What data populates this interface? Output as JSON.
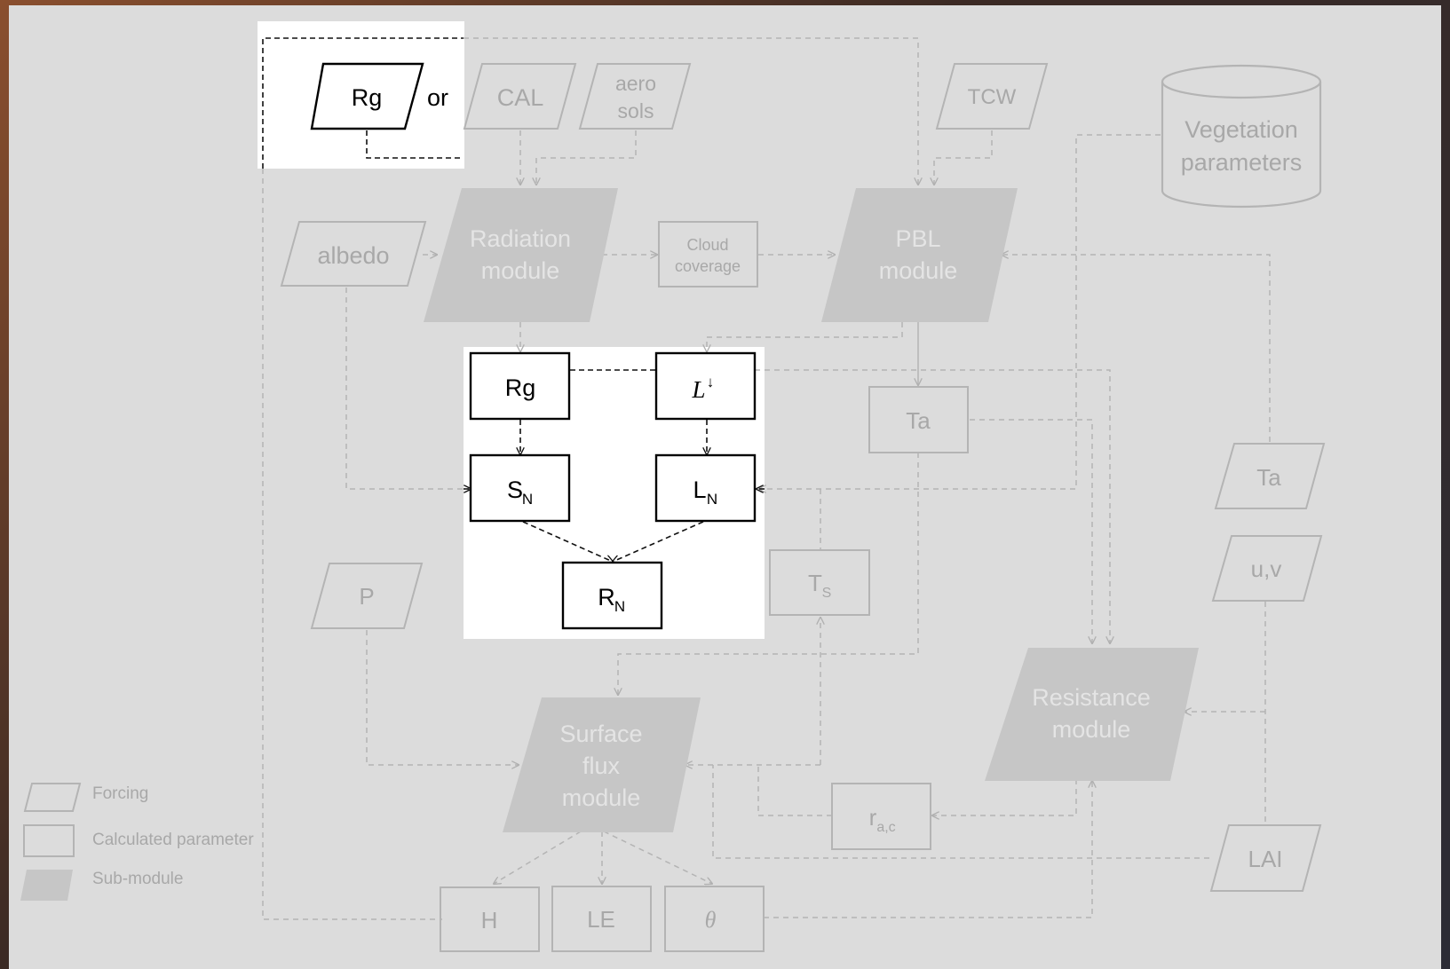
{
  "nodes": {
    "rg_forcing": "Rg",
    "or": "or",
    "cal": "CAL",
    "aerosols_1": "aero",
    "aerosols_2": "sols",
    "tcw": "TCW",
    "vegetation_1": "Vegetation",
    "vegetation_2": "parameters",
    "albedo": "albedo",
    "radiation_1": "Radiation",
    "radiation_2": "module",
    "cloud_1": "Cloud",
    "cloud_2": "coverage",
    "pbl_1": "PBL",
    "pbl_2": "module",
    "rg_calc": "Rg",
    "l_down": "L",
    "l_down_arrow": "↓",
    "sn_main": "S",
    "sn_sub": "N",
    "ln_main": "L",
    "ln_sub": "N",
    "rn_main": "R",
    "rn_sub": "N",
    "ta_calc": "Ta",
    "ta_forcing": "Ta",
    "ts_main": "T",
    "ts_sub": "S",
    "p": "P",
    "uv": "u,v",
    "resistance_1": "Resistance",
    "resistance_2": "module",
    "surface_1": "Surface",
    "surface_2": "flux",
    "surface_3": "module",
    "rac_main": "r",
    "rac_sub": "a,c",
    "lai": "LAI",
    "h": "H",
    "le": "LE",
    "theta": "θ"
  },
  "legend": {
    "forcing": "Forcing",
    "calculated": "Calculated parameter",
    "submodule": "Sub-module"
  },
  "colors": {
    "faded_stroke": "#b4b4b4",
    "faded_text": "#a8a8a8",
    "submodule_fill": "#c6c6c6",
    "submodule_text": "#e4e4e4",
    "highlight_bg": "#ffffff",
    "highlight_stroke": "#000000"
  }
}
